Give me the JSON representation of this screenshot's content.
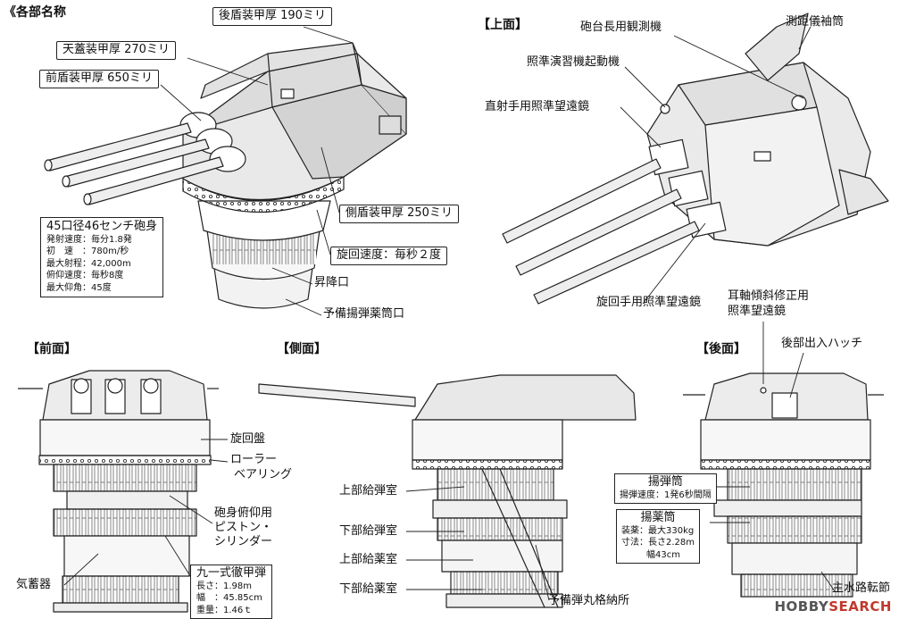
{
  "headings": {
    "parts": "《各部名称",
    "top": "【上面】",
    "front": "【前面】",
    "side": "【側面】",
    "rear": "【後面】"
  },
  "main_labels": {
    "rear_armor": "後盾装甲厚 190ミリ",
    "roof_armor": "天蓋装甲厚 270ミリ",
    "front_armor": "前盾装甲厚 650ミリ",
    "side_armor": "側盾装甲厚 250ミリ",
    "rotation": "旋回速度：毎秒２度",
    "hatch": "昇降口",
    "reserve_hatch": "予備揚弾薬筒口"
  },
  "gun_spec": {
    "title": "45口径46センチ砲身",
    "lines": [
      "発射速度：毎分1.8発",
      "初　速　：780m/秒",
      "最大射程：42,000m",
      "俯仰速度：毎秒8度",
      "最大仰角：45度"
    ]
  },
  "top_labels": {
    "commander_scope": "砲台長用観測機",
    "rangefinder_sleeve": "測距儀袖筒",
    "training_motor": "照準演習機起動機",
    "direct_scope": "直射手用照準望遠鏡",
    "traverse_scope": "旋回手用照準望遠鏡",
    "trunnion_scope_1": "耳軸傾斜修正用",
    "trunnion_scope_2": "照準望遠鏡"
  },
  "front_labels": {
    "turntable": "旋回盤",
    "roller_1": "ローラー",
    "roller_2": "ベアリング",
    "piston_1": "砲身俯仰用",
    "piston_2": "ピストン・",
    "piston_3": "シリンダー",
    "accumulator": "気蓄器"
  },
  "shell_spec": {
    "title": "九一式徹甲弾",
    "lines": [
      "長さ：1.98m",
      "幅　：45.85cm",
      "重量：1.46ｔ"
    ]
  },
  "side_labels": {
    "upper_shell": "上部給弾室",
    "lower_shell": "下部給弾室",
    "upper_powder": "上部給薬室",
    "lower_powder": "下部給薬室",
    "reserve_store": "予備弾丸格納所"
  },
  "rear_labels": {
    "rear_hatch": "後部出入ハッチ",
    "shell_hoist": "揚弾筒",
    "shell_hoist_spec": "揚弾速度：1発6秒間隔",
    "powder_hoist": "揚薬筒",
    "powder_spec": [
      "装薬：最大330kg",
      "寸法：長さ2.28m",
      "幅43cm"
    ],
    "water_joint": "主水路転節"
  },
  "watermark": {
    "brand_a": "HOBBY",
    "brand_b": "SEARCH"
  }
}
